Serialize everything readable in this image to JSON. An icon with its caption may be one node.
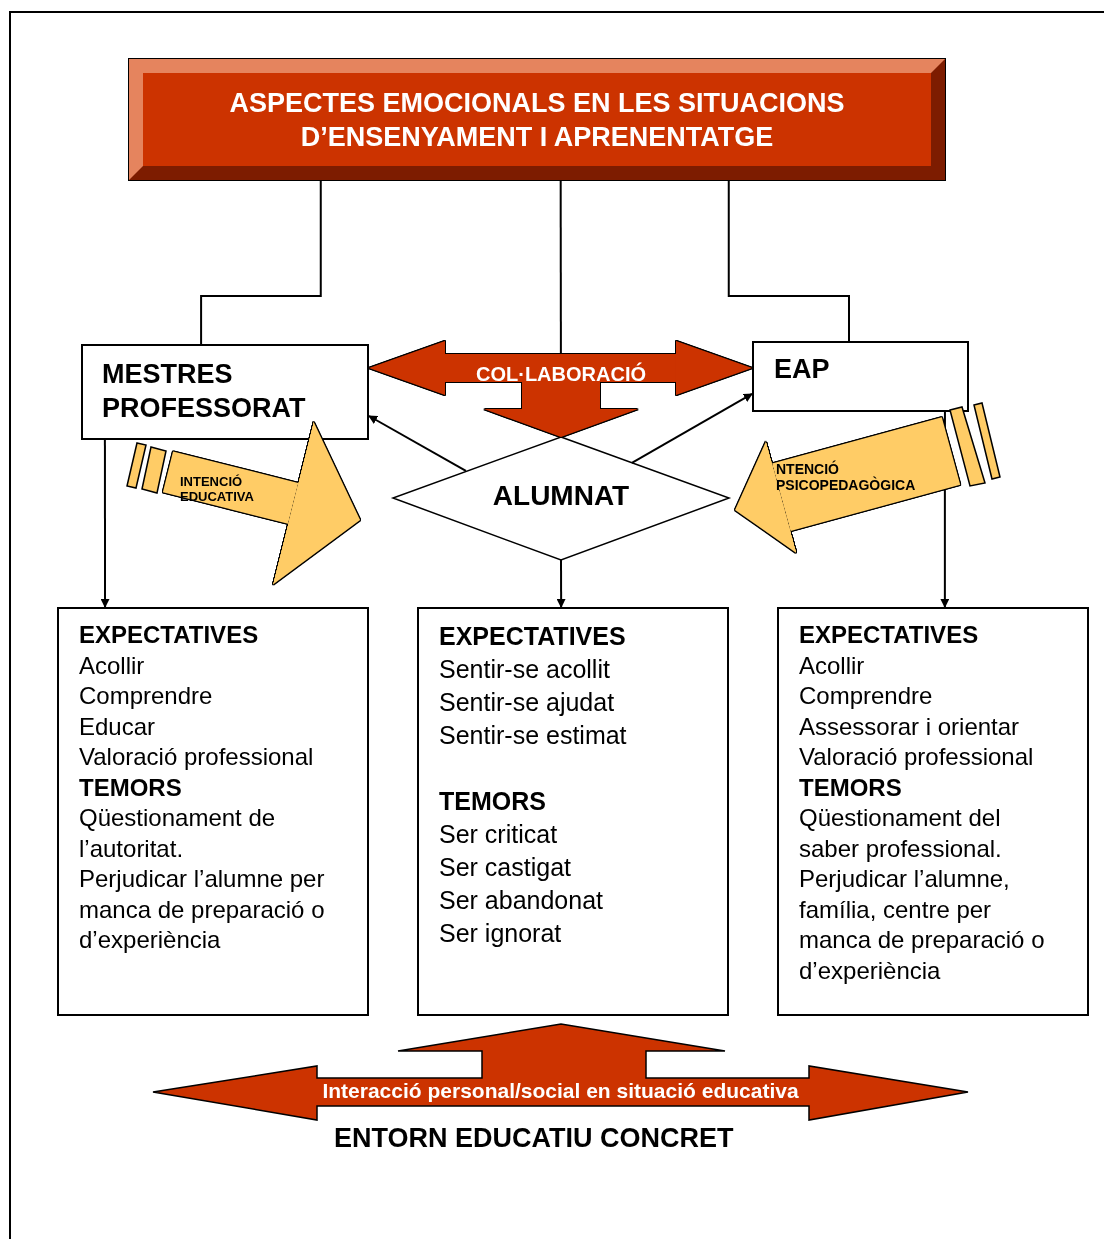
{
  "diagram": {
    "nodes": [
      {
        "text": [
          "ASPECTES EMOCIONALS EN LES SITUACIONS D’ENSENYAMENT I APRENENTATGE"
        ]
      },
      {
        "text": [
          "MESTRES PROFESSORAT"
        ]
      },
      {
        "text": [
          "EAP"
        ]
      },
      {
        "text": [
          "ALUMNAT"
        ]
      },
      {
        "text": [
          "EXPECTATIVES",
          "Acollir",
          "Comprendre",
          "Educar",
          "Valoració professional",
          "TEMORS",
          "Qüestionament de l’autoritat.",
          "Perjudicar l’alumne per manca de preparació o d’experiència"
        ]
      },
      {
        "text": [
          "EXPECTATIVES",
          "Sentir-se acollit",
          "Sentir-se ajudat",
          "Sentir-se estimat",
          "TEMORS",
          "Ser criticat",
          "Ser castigat",
          "Ser abandonat",
          "Ser ignorat"
        ]
      },
      {
        "text": [
          "EXPECTATIVES",
          "Acollir",
          "Comprendre",
          "Assessorar i orientar",
          "Valoració professional",
          "TEMORS",
          "Qüestionament del saber professional.",
          "Perjudicar l’alumne, família, centre per manca de preparació o d’experiència"
        ]
      },
      {
        "text": [
          "Interacció personal/social en situació educativa"
        ],
        "beside": [
          "ENTORN EDUCATIU CONCRET"
        ]
      }
    ],
    "edges": [
      {
        "from": 0,
        "to": 1,
        "arrow": "none"
      },
      {
        "from": 0,
        "to": 3,
        "arrow": "none"
      },
      {
        "from": 0,
        "to": 2,
        "arrow": "none"
      },
      {
        "from": 1,
        "to": 2,
        "arrow": "both",
        "label": "COL·LABORACIÓ",
        "style": "thick",
        "color": "#cc3300"
      },
      {
        "from": null,
        "to": 3,
        "arrow": "to",
        "style": "thick",
        "color": "#cc3300"
      },
      {
        "from": 1,
        "to": 3,
        "arrow": "to",
        "label": "INTENCIÓ EDUCATIVA",
        "style": "thick",
        "color": "#ffcc66"
      },
      {
        "from": 2,
        "to": 3,
        "arrow": "to",
        "label": "NTENCIÓ PSICOPEDAGÒGICA",
        "style": "thick",
        "color": "#ffcc66"
      },
      {
        "from": 3,
        "to": 1,
        "arrow": "to"
      },
      {
        "from": 3,
        "to": 2,
        "arrow": "to"
      },
      {
        "from": 1,
        "to": 4,
        "arrow": "to"
      },
      {
        "from": 3,
        "to": 5,
        "arrow": "to"
      },
      {
        "from": 2,
        "to": 6,
        "arrow": "to"
      }
    ]
  }
}
